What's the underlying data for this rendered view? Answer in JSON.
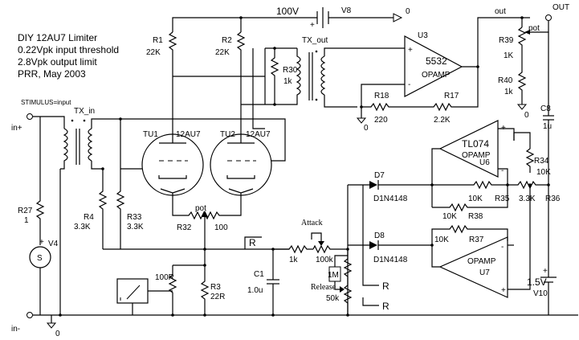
{
  "notes": [
    "DIY 12AU7 Limiter",
    "0.22Vpk input threshold",
    "2.8Vpk output limit",
    "PRR, May 2003"
  ],
  "supply": {
    "voltage": "100V",
    "name": "V8",
    "ground": "0"
  },
  "terminals": {
    "out_label": "OUT",
    "out_net": "out",
    "in_plus": "in+",
    "in_minus": "in-",
    "ground": "0",
    "stimulus": "STIMULUS=input"
  },
  "transformers": {
    "in": "TX_in",
    "out": "TX_out"
  },
  "tubes": [
    {
      "ref": "TU1",
      "type": "12AU7"
    },
    {
      "ref": "TU2",
      "type": "12AU7"
    }
  ],
  "opamps": {
    "u3": {
      "ref": "U3",
      "type": "5532",
      "tag": "OPAMP"
    },
    "u6": {
      "ref": "U6",
      "type": "TL074",
      "tag": "OPAMP"
    },
    "u7": {
      "ref": "U7",
      "tag": "OPAMP"
    }
  },
  "parts": {
    "r1": {
      "ref": "R1",
      "value": "22K"
    },
    "r2": {
      "ref": "R2",
      "value": "22K"
    },
    "r30": {
      "ref": "R30",
      "value": "1k"
    },
    "r18": {
      "ref": "R18",
      "value": "220"
    },
    "r17": {
      "ref": "R17",
      "value": "2.2K"
    },
    "r39": {
      "ref": "R39",
      "value": "1K",
      "tag": "pot"
    },
    "r40": {
      "ref": "R40",
      "value": "1k"
    },
    "c8": {
      "ref": "C8",
      "value": "1u"
    },
    "r34": {
      "ref": "R34",
      "value": "10K"
    },
    "r35": {
      "ref": "R35",
      "value": "10K"
    },
    "r36": {
      "ref": "R36",
      "value": "3.3K"
    },
    "r38": {
      "ref": "R38",
      "value": "10K"
    },
    "r37": {
      "ref": "R37",
      "value": "10K"
    },
    "d7": {
      "ref": "D7",
      "value": "D1N4148"
    },
    "d8": {
      "ref": "D8",
      "value": "D1N4148"
    },
    "r4": {
      "ref": "R4",
      "value": "3.3K"
    },
    "r33": {
      "ref": "R33",
      "value": "3.3K"
    },
    "r32": {
      "ref": "R32",
      "value": "100",
      "tag": "pot"
    },
    "r27": {
      "ref": "R27",
      "value": "1"
    },
    "v4": {
      "ref": "V4"
    },
    "r3": {
      "ref": "R3",
      "value": "22R"
    },
    "meter_r": {
      "value": "100R"
    },
    "c1": {
      "ref": "C1",
      "value": "1.0u"
    },
    "attack_r": {
      "value": "1k"
    },
    "attack_pot": {
      "label": "Attack",
      "value": "100k"
    },
    "release": {
      "label": "Release",
      "value": "50k",
      "series": "1M"
    },
    "v10": {
      "ref": "V10",
      "value": "1.5V"
    }
  },
  "net_labels": {
    "r": "R"
  }
}
